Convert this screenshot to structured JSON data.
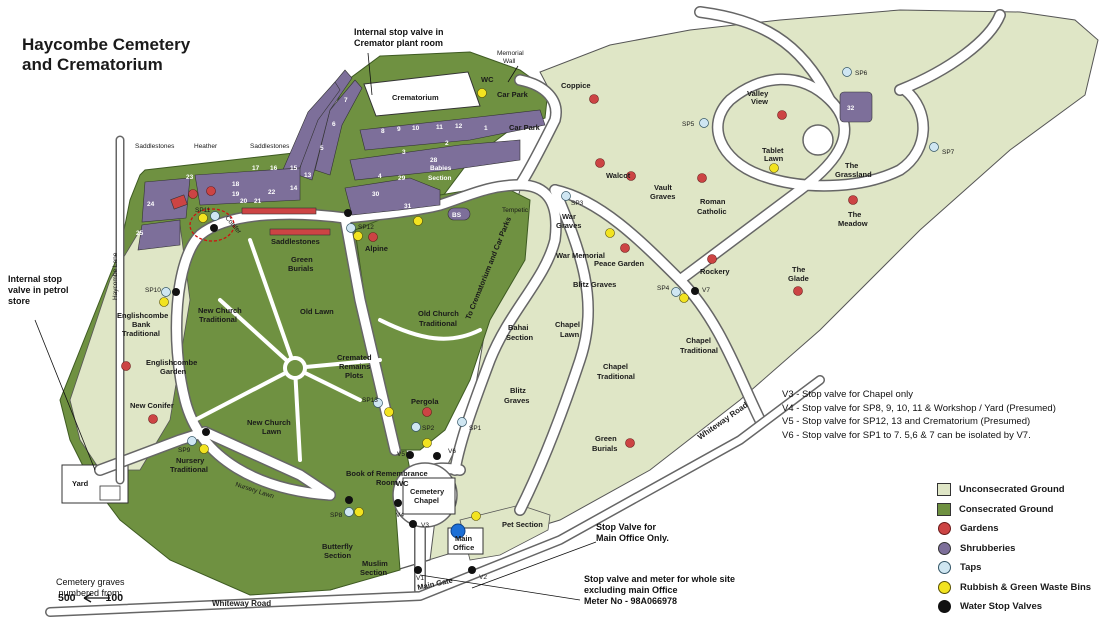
{
  "title_line1": "Haycombe Cemetery",
  "title_line2": "and Crematorium",
  "colors": {
    "unconsecrated": "#dfe6c6",
    "consecrated": "#6f9141",
    "garden": "#cc4444",
    "shrubbery": "#7d6f9a",
    "tap": "#cfe6f2",
    "bin": "#f2e320",
    "valve": "#111111"
  },
  "callouts": {
    "internal_valve_crem_1": "Internal stop valve in",
    "internal_valve_crem_2": "Cremator plant room",
    "petrol_1": "Internal stop",
    "petrol_2": "valve in petrol",
    "petrol_3": "store",
    "office_1": "Stop Valve for",
    "office_2": "Main Office Only.",
    "meter_1": "Stop valve and meter for whole site",
    "meter_2": "excluding main Office",
    "meter_3": "Meter No - 98A066978"
  },
  "notes": [
    "V3 - Stop valve for Chapel only",
    "V4 - Stop valve for SP8, 9, 10, 11 & Workshop / Yard (Presumed)",
    "V5 - Stop valve for SP12, 13 and Crematorium (Presumed)",
    "V6 - Stop valve for SP1 to 7. 5,6 & 7 can be isolated by V7."
  ],
  "legend": [
    {
      "label": "Unconsecrated Ground",
      "kind": "box",
      "color": "#dfe6c6"
    },
    {
      "label": "Consecrated Ground",
      "kind": "box",
      "color": "#6f9141"
    },
    {
      "label": "Gardens",
      "kind": "dot",
      "color": "#cc4444"
    },
    {
      "label": "Shrubberies",
      "kind": "dot",
      "color": "#7d6f9a"
    },
    {
      "label": "Taps",
      "kind": "dot",
      "color": "#cfe6f2"
    },
    {
      "label": "Rubbish & Green Waste Bins",
      "kind": "dot",
      "color": "#f2e320"
    },
    {
      "label": "Water Stop Valves",
      "kind": "dot",
      "color": "#111111"
    }
  ],
  "graves": {
    "label_1": "Cemetery graves",
    "label_2": "numbered from:",
    "from": "500",
    "to": "100"
  },
  "areas": {
    "memorial_wall_1": "Memorial",
    "memorial_wall_2": "Wall",
    "wc": "WC",
    "wc2": "WC",
    "car_park_1": "Car Park",
    "car_park_2": "Car Park",
    "crematorium": "Crematorium",
    "coppice": "Coppice",
    "valley_view_1": "Valley",
    "valley_view_2": "View",
    "tablet_lawn_1": "Tablet",
    "tablet_lawn_2": "Lawn",
    "the_grassland_1": "The",
    "the_grassland_2": "Grassland",
    "walcot": "Walcot",
    "vault_graves_1": "Vault",
    "vault_graves_2": "Graves",
    "roman_catholic_1": "Roman",
    "roman_catholic_2": "Catholic",
    "the_meadow_1": "The",
    "the_meadow_2": "Meadow",
    "the_glade_1": "The",
    "the_glade_2": "Glade",
    "tempetic": "Tempetic",
    "war_graves_1": "War",
    "war_graves_2": "Graves",
    "war_memorial": "War Memorial",
    "peace_garden": "Peace Garden",
    "rockery": "Rockery",
    "blitz_graves_upper": "Blitz Graves",
    "bahai_1": "Bahai",
    "bahai_2": "Section",
    "chapel_lawn_1": "Chapel",
    "chapel_lawn_2": "Lawn",
    "chapel_trad_1": "Chapel",
    "chapel_trad_2": "Traditional",
    "chapel_trad2_1": "Chapel",
    "chapel_trad2_2": "Traditional",
    "blitz_graves_1": "Blitz",
    "blitz_graves_2": "Graves",
    "green_burials_e_1": "Green",
    "green_burials_e_2": "Burials",
    "pet_section": "Pet Section",
    "main_office_1": "Main",
    "main_office_2": "Office",
    "cemetery_chapel_1": "Cemetery",
    "cemetery_chapel_2": "Chapel",
    "book_1": "Book of Remembrance",
    "book_2": "Room",
    "pergola": "Pergola",
    "old_church_1": "Old Church",
    "old_church_2": "Traditional",
    "to_crem": "To Crematorium and Car Parks",
    "alpine": "Alpine",
    "babies_1": "Babies",
    "babies_2": "Section",
    "bs": "BS",
    "saddlestones_1": "Saddlestones",
    "saddlestones_2": "Saddlestones",
    "saddlestones_3": "Saddlestones",
    "heather": "Heather",
    "conifer": "Conifer",
    "green_burials_w_1": "Green",
    "green_burials_w_2": "Burials",
    "old_lawn": "Old Lawn",
    "new_church_trad_1": "New Church",
    "new_church_trad_2": "Traditional",
    "cremated_1": "Cremated",
    "cremated_2": "Remains",
    "cremated_3": "Plots",
    "englishcombe_bank_1": "Englishcombe",
    "englishcombe_bank_2": "Bank",
    "englishcombe_bank_3": "Traditional",
    "englishcombe_garden_1": "Englishcombe",
    "englishcombe_garden_2": "Garden",
    "new_conifer": "New Conifer",
    "new_church_lawn_1": "New Church",
    "new_church_lawn_2": "Lawn",
    "nursery_trad_1": "Nursery",
    "nursery_trad_2": "Traditional",
    "nursery_lawn": "Nursery Lawn",
    "butterfly_1": "Butterfly",
    "butterfly_2": "Section",
    "muslim_1": "Muslim",
    "muslim_2": "Section",
    "yard": "Yard",
    "haycombe_lane": "Haycombe Lane",
    "whiteway_road_1": "Whiteway Road",
    "whiteway_road_2": "Whiteway Road",
    "main_gate": "Main Gate"
  },
  "shrub_numbers": [
    "7",
    "6",
    "5",
    "4",
    "3",
    "2",
    "1",
    "8",
    "9",
    "10",
    "11",
    "12",
    "13",
    "14",
    "15",
    "16",
    "17",
    "18",
    "19",
    "20",
    "21",
    "22",
    "23",
    "24",
    "25",
    "28",
    "29",
    "30",
    "31",
    "32"
  ],
  "taps": [
    "SP1",
    "SP2",
    "SP3",
    "SP4",
    "SP5",
    "SP6",
    "SP7",
    "SP8",
    "SP9",
    "SP10",
    "SP11",
    "SP12",
    "SP13"
  ],
  "valves": [
    "V1",
    "V2",
    "V3",
    "V4",
    "V5",
    "V6",
    "V7"
  ]
}
